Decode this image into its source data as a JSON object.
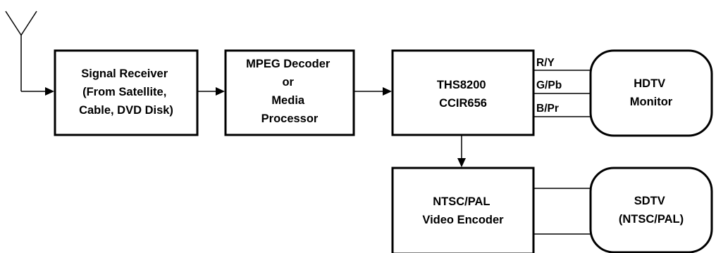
{
  "blocks": {
    "signal_receiver": [
      "Signal Receiver",
      "(From Satellite,",
      "Cable, DVD Disk)"
    ],
    "mpeg_decoder": [
      "MPEG Decoder",
      "or",
      "Media",
      "Processor"
    ],
    "ths8200": [
      "THS8200",
      "CCIR656"
    ],
    "hdtv_monitor": [
      "HDTV",
      "Monitor"
    ],
    "ntsc_pal_encoder": [
      "NTSC/PAL",
      "Video Encoder"
    ],
    "sdtv": [
      "SDTV",
      "(NTSC/PAL)"
    ]
  },
  "signals": {
    "r_y": "R/Y",
    "g_pb": "G/Pb",
    "b_pr": "B/Pr"
  }
}
